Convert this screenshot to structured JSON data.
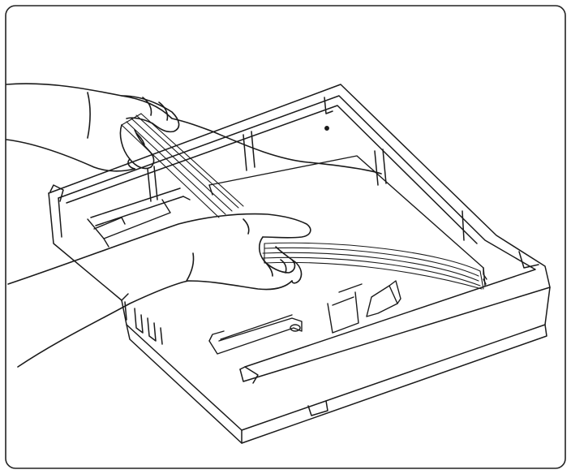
{
  "figure": {
    "description_visible_text": "",
    "colors": {
      "ink": "#1a1a1a",
      "paper": "#ffffff",
      "frame": "#222222"
    },
    "depicted_objects": [
      "hands",
      "paper-stack",
      "paper-tray",
      "paper-guide-lever",
      "frame"
    ]
  }
}
